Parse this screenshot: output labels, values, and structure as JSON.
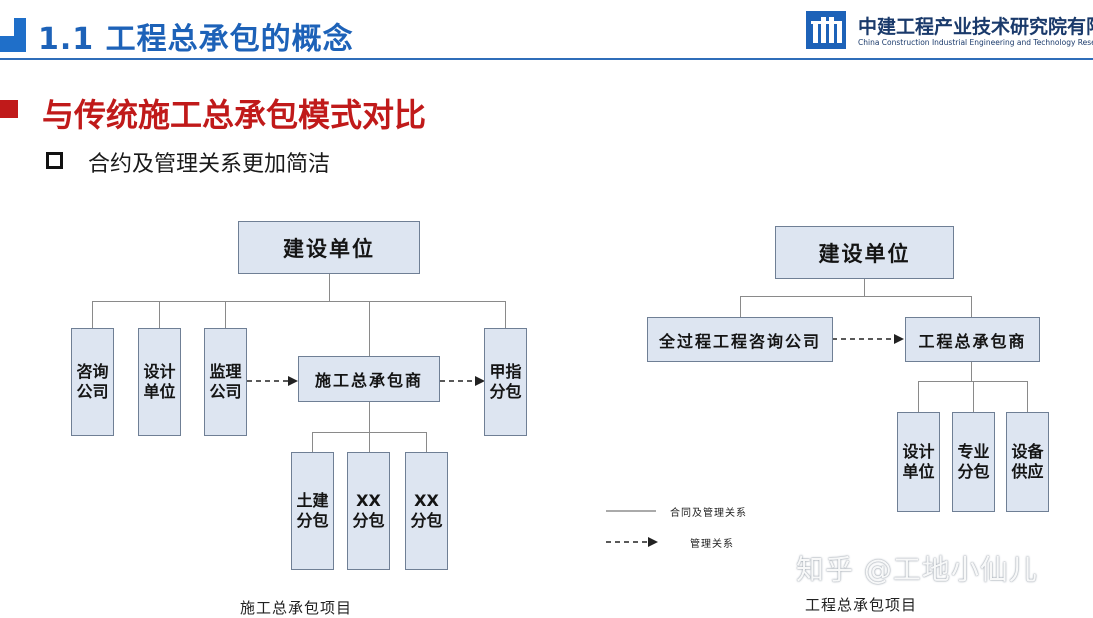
{
  "header": {
    "title": "1.1 工程总承包的概念",
    "org_name_cn": "中建工程产业技术研究院有限",
    "org_name_en": "China Construction Industrial Engineering and Technology Research In"
  },
  "section": {
    "title": "与传统施工总承包模式对比",
    "bullet": "合约及管理关系更加简洁"
  },
  "left_diagram": {
    "owner": "建设单位",
    "consulting": "咨询公司",
    "design": "设计单位",
    "supervision": "监理公司",
    "contractor": "施工总承包商",
    "owner_designated": "甲指分包",
    "civil": "土建分包",
    "xx1": "XX分包",
    "xx2": "XX分包",
    "caption": "施工总承包项目"
  },
  "right_diagram": {
    "owner": "建设单位",
    "consulting": "全过程工程咨询公司",
    "epc": "工程总承包商",
    "design": "设计单位",
    "specialty": "专业分包",
    "equipment": "设备供应",
    "caption": "工程总承包项目"
  },
  "legend": {
    "solid": "合同及管理关系",
    "dashed": "管理关系"
  },
  "watermark": "知乎 @工地小仙儿",
  "colors": {
    "header_blue": "#1d62b8",
    "section_red": "#c01a1a",
    "box_fill": "#dde5f1",
    "box_border": "#6f7f95"
  }
}
